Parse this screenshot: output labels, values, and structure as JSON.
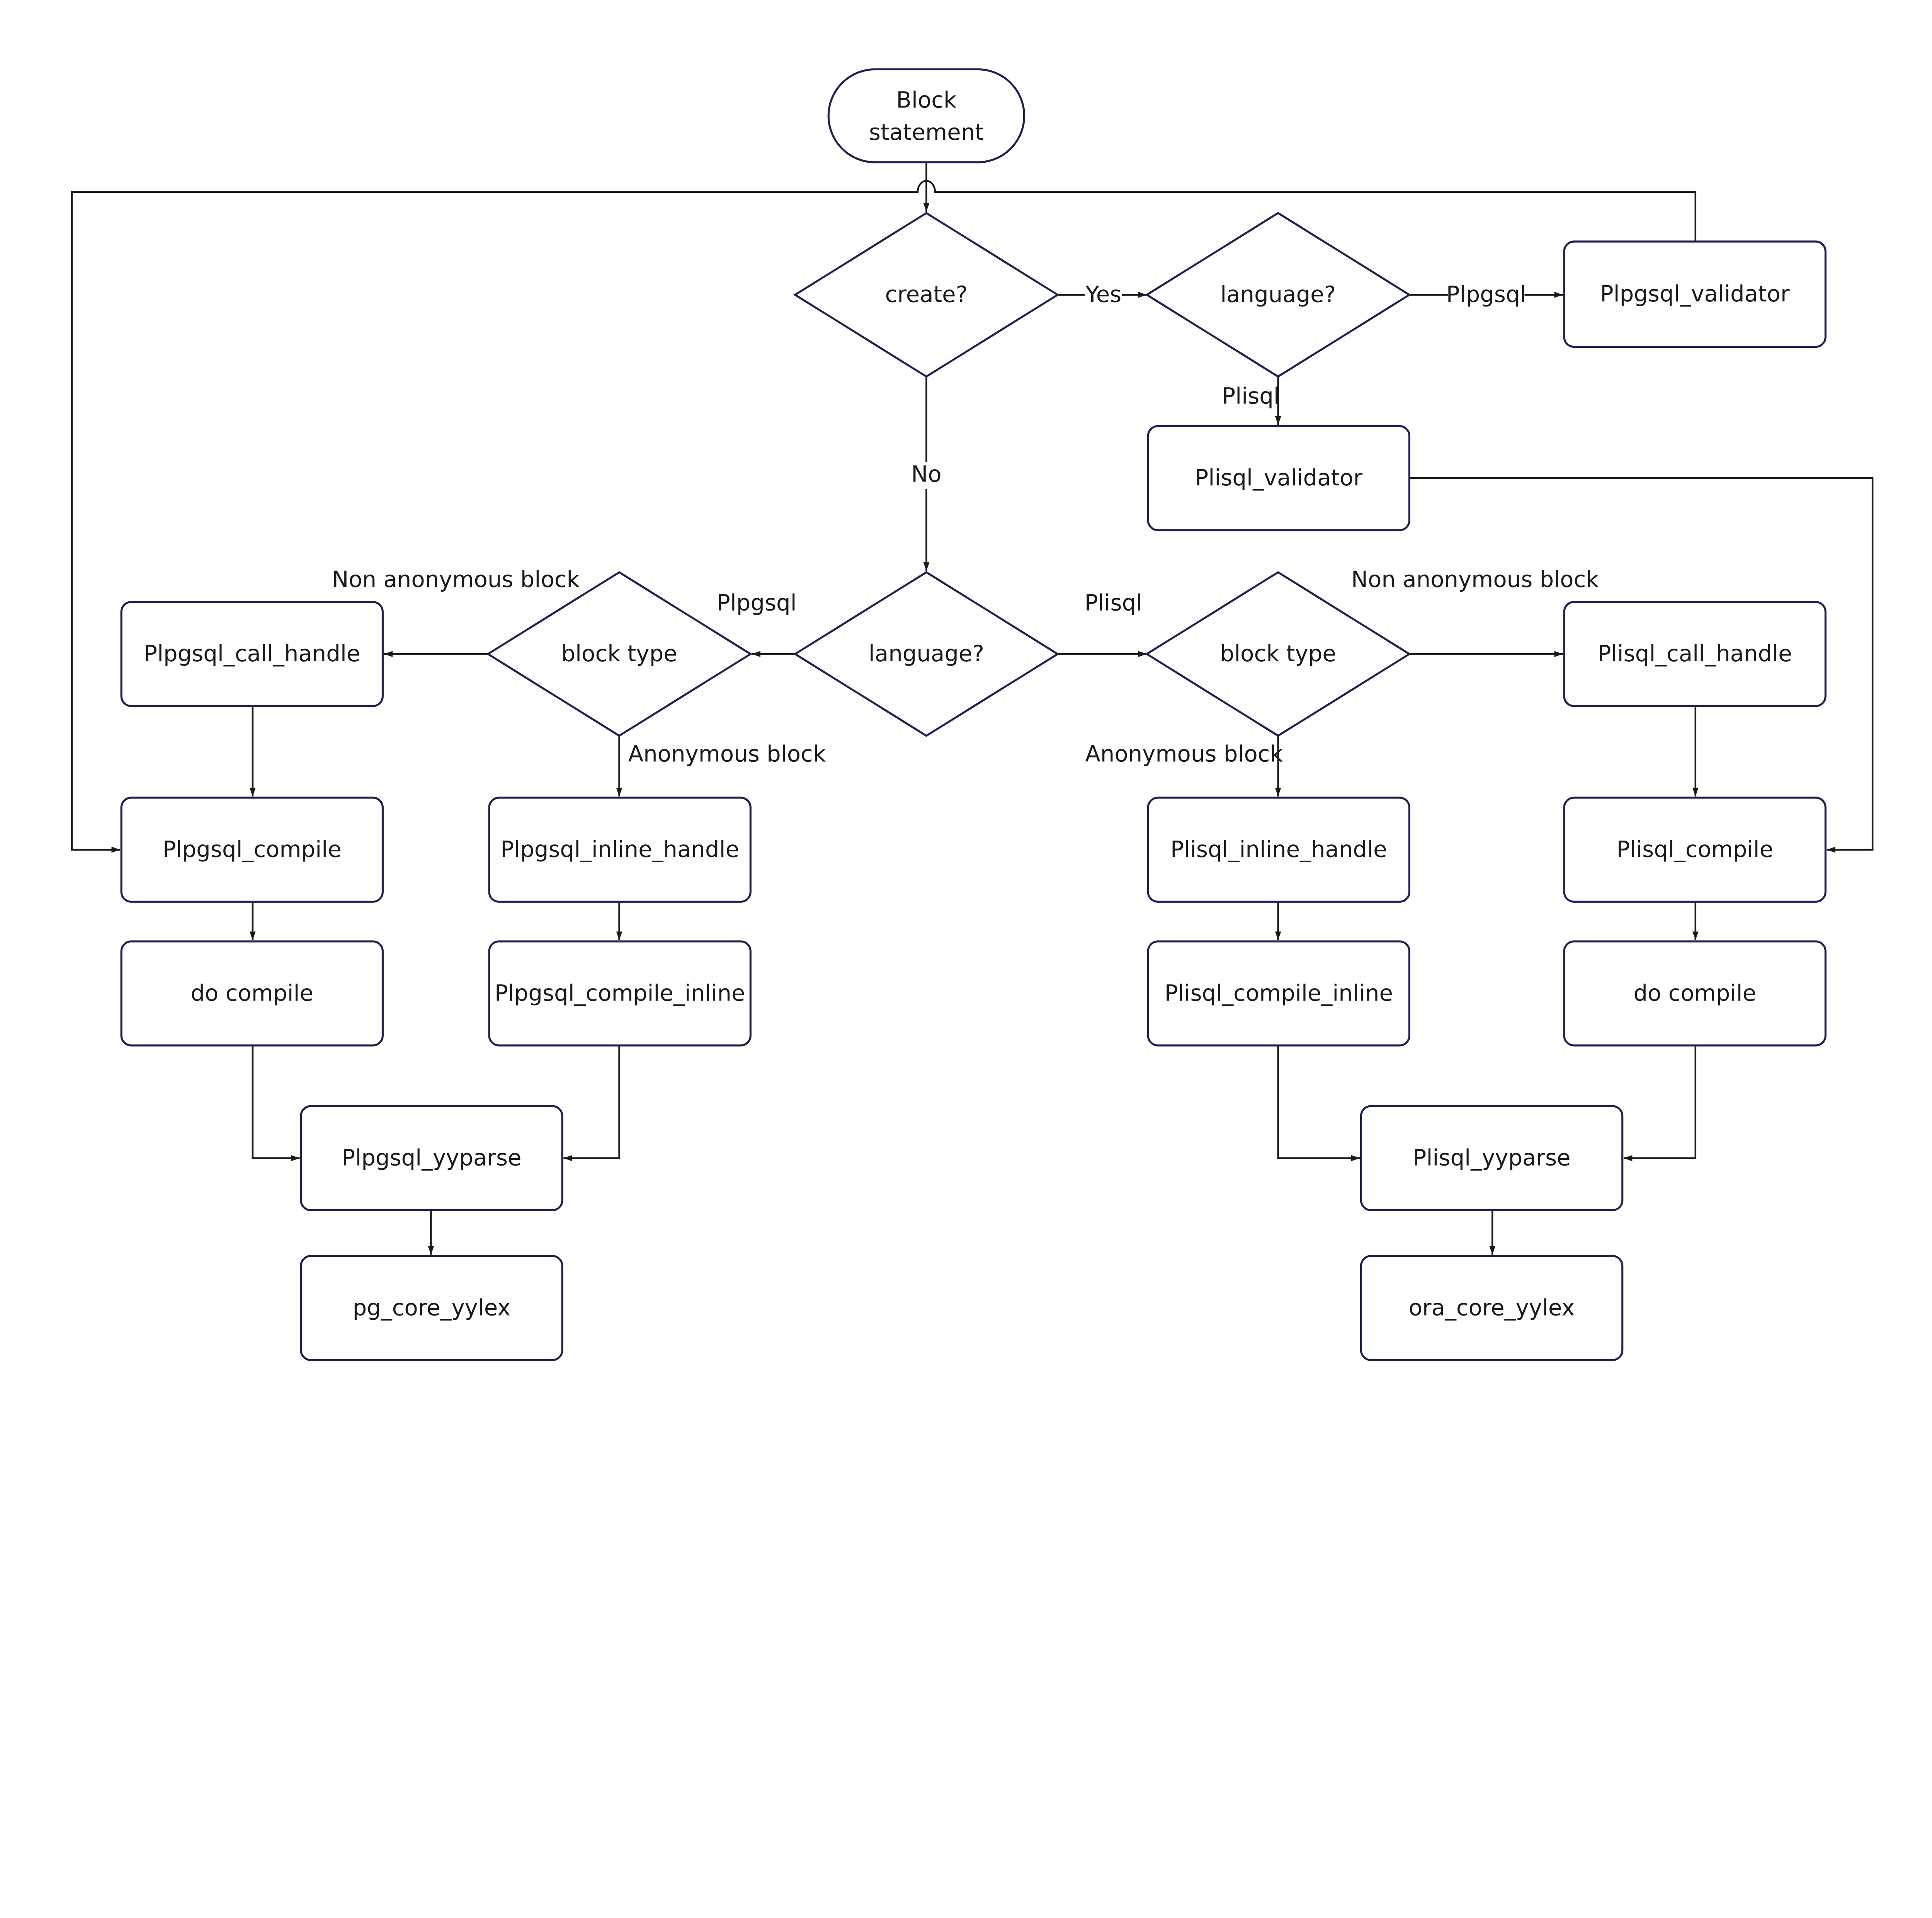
{
  "colors": {
    "node_stroke": "#1c2150",
    "edge": "#1a1a1a",
    "text": "#1a1a1a",
    "background": "#ffffff"
  },
  "nodes": {
    "start": {
      "lines": [
        "Block",
        "statement"
      ]
    },
    "create_decision": "create?",
    "language_decision_top": "language?",
    "plpgsql_validator": "Plpgsql_validator",
    "plisql_validator": "Plisql_validator",
    "language_decision_mid": "language?",
    "block_type_left": "block type",
    "block_type_right": "block type",
    "plpgsql_call_handle": "Plpgsql_call_handle",
    "plisql_call_handle": "Plisql_call_handle",
    "plpgsql_compile": "Plpgsql_compile",
    "plpgsql_inline_handle": "Plpgsql_inline_handle",
    "plisql_inline_handle": "Plisql_inline_handle",
    "plisql_compile": "Plisql_compile",
    "do_compile_left": "do compile",
    "plpgsql_compile_inline": "Plpgsql_compile_inline",
    "plisql_compile_inline": "Plisql_compile_inline",
    "do_compile_right": "do compile",
    "plpgsql_yyparse": "Plpgsql_yyparse",
    "plisql_yyparse": "Plisql_yyparse",
    "pg_core_yylex": "pg_core_yylex",
    "ora_core_yylex": "ora_core_yylex"
  },
  "edge_labels": {
    "yes": "Yes",
    "no": "No",
    "top_plpgsql": "Plpgsql",
    "top_plisql": "Plisql",
    "mid_plpgsql": "Plpgsql",
    "mid_plisql": "Plisql",
    "left_non_anonymous": "Non anonymous block",
    "left_anonymous": "Anonymous block",
    "right_non_anonymous": "Non anonymous block",
    "right_anonymous": "Anonymous block"
  }
}
